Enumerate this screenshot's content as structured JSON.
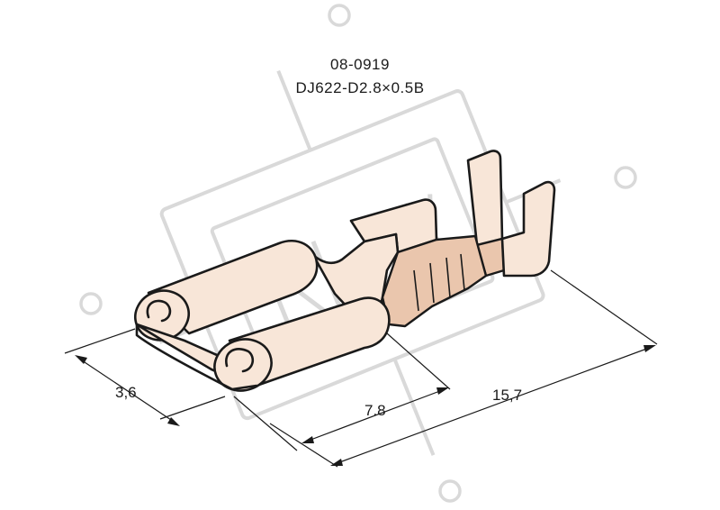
{
  "drawing": {
    "part_number": "08-0919",
    "model": "DJ622-D2.8×0.5B"
  },
  "dimensions": {
    "width": "3,6",
    "inner_length": "7.8",
    "total_length": "15,7"
  },
  "colors": {
    "line": "#1a1a1a",
    "fill_light": "#f8e6d8",
    "fill_shade": "#eac6ad",
    "watermark": "#d9d9d9"
  }
}
